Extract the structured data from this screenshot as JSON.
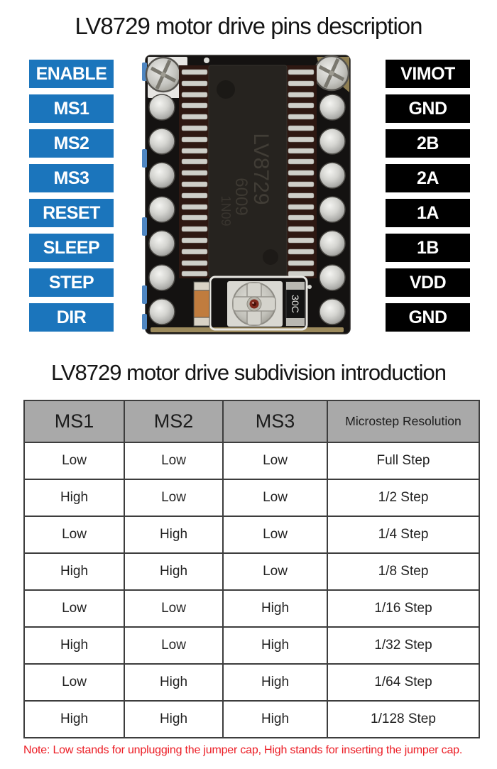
{
  "page": {
    "title_pins": "LV8729 motor drive pins description",
    "title_table": "LV8729 motor drive subdivision introduction",
    "note": "Note: Low stands for unplugging the jumper cap, High stands for inserting the jumper cap."
  },
  "pinout": {
    "left_labels": [
      "ENABLE",
      "MS1",
      "MS2",
      "MS3",
      "RESET",
      "SLEEP",
      "STEP",
      "DIR"
    ],
    "right_labels": [
      "VIMOT",
      "GND",
      "2B",
      "2A",
      "1A",
      "1B",
      "VDD",
      "GND"
    ]
  },
  "board": {
    "chip_marking_line1": "LV8729",
    "chip_marking_line2": "6009",
    "chip_marking_line3": "1N09",
    "resistor_label": "30C"
  },
  "subdivision_table": {
    "headers": [
      "MS1",
      "MS2",
      "MS3",
      "Microstep Resolution"
    ],
    "rows": [
      [
        "Low",
        "Low",
        "Low",
        "Full Step"
      ],
      [
        "High",
        "Low",
        "Low",
        "1/2 Step"
      ],
      [
        "Low",
        "High",
        "Low",
        "1/4 Step"
      ],
      [
        "High",
        "High",
        "Low",
        "1/8 Step"
      ],
      [
        "Low",
        "Low",
        "High",
        "1/16 Step"
      ],
      [
        "High",
        "Low",
        "High",
        "1/32 Step"
      ],
      [
        "Low",
        "High",
        "High",
        "1/64 Step"
      ],
      [
        "High",
        "High",
        "High",
        "1/128 Step"
      ]
    ]
  },
  "colors": {
    "left_label_bg": "#1b75bc",
    "right_label_bg": "#000000",
    "label_text": "#ffffff",
    "table_header_bg": "#a9a9a9",
    "table_border": "#3d3d3d",
    "note_red": "#ec1c24"
  }
}
